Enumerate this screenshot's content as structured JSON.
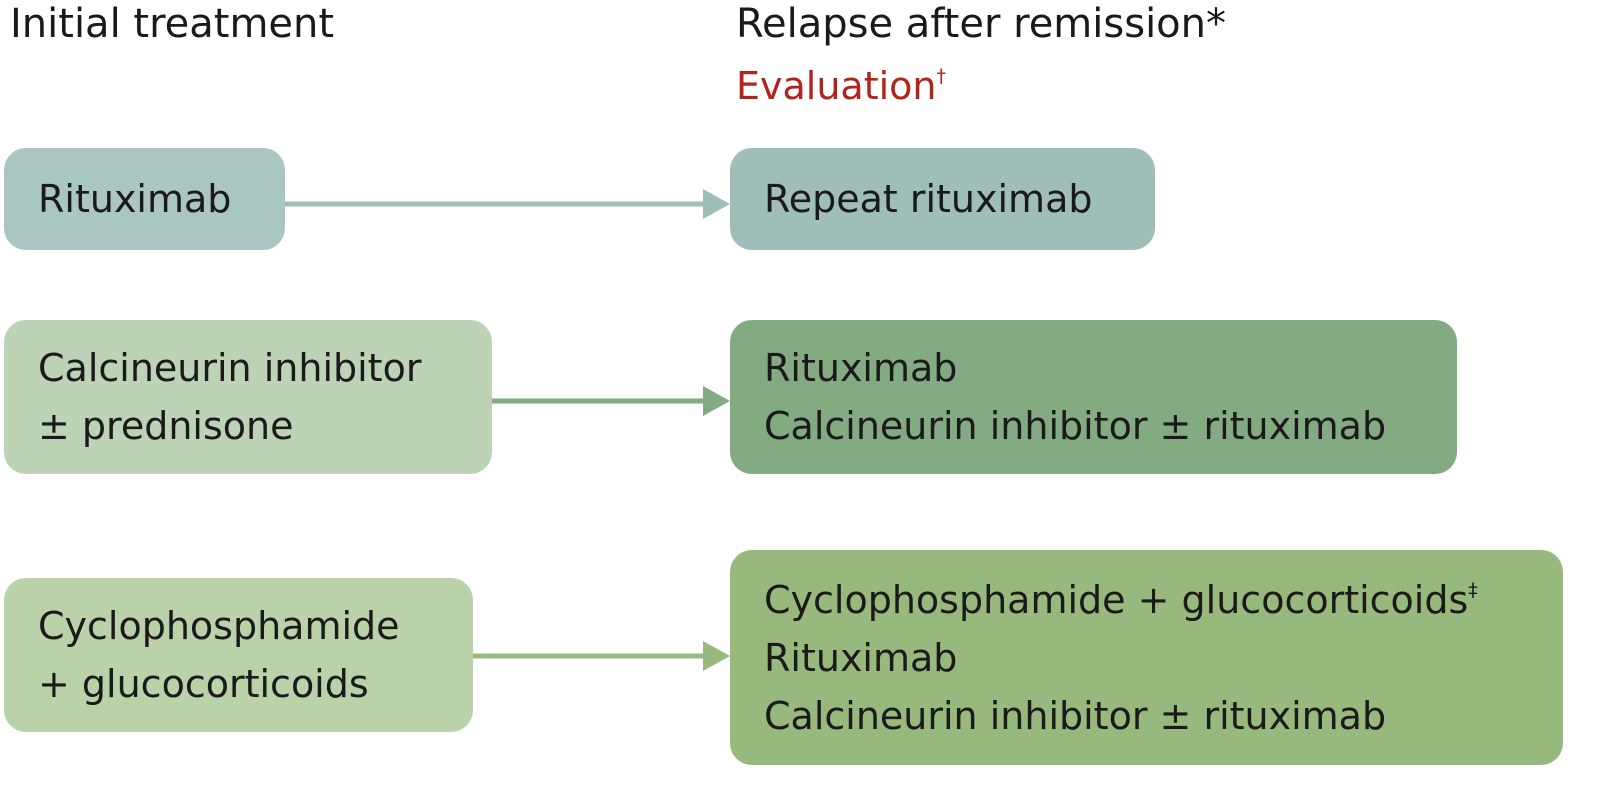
{
  "headings": {
    "initial": "Initial treatment",
    "relapse": "Relapse after remission",
    "relapse_mark": "*",
    "evaluation": "Evaluation",
    "evaluation_mark": "†"
  },
  "rows": [
    {
      "initial": [
        "Rituximab"
      ],
      "relapse": [
        "Repeat rituximab"
      ]
    },
    {
      "initial": [
        "Calcineurin inhibitor",
        "± prednisone"
      ],
      "relapse": [
        "Rituximab",
        "Calcineurin inhibitor ± rituximab"
      ]
    },
    {
      "initial": [
        "Cyclophosphamide",
        "+ glucocorticoids"
      ],
      "relapse": [
        "Cyclophosphamide + glucocorticoids",
        "Rituximab",
        "Calcineurin inhibitor ± rituximab"
      ],
      "relapse_first_line_mark": "‡"
    }
  ],
  "colors": {
    "evaluation_text": "#b2231c",
    "row1_initial": "#a9c6c2",
    "row1_relapse": "#9fbdb9",
    "row2_initial": "#bcd3b6",
    "row2_relapse": "#84aa82",
    "row3_initial": "#b9d2a9",
    "row3_relapse": "#98b97d",
    "arrow_row1": "#9fbdb9",
    "arrow_row2": "#84aa82",
    "arrow_row3": "#98b97d"
  }
}
